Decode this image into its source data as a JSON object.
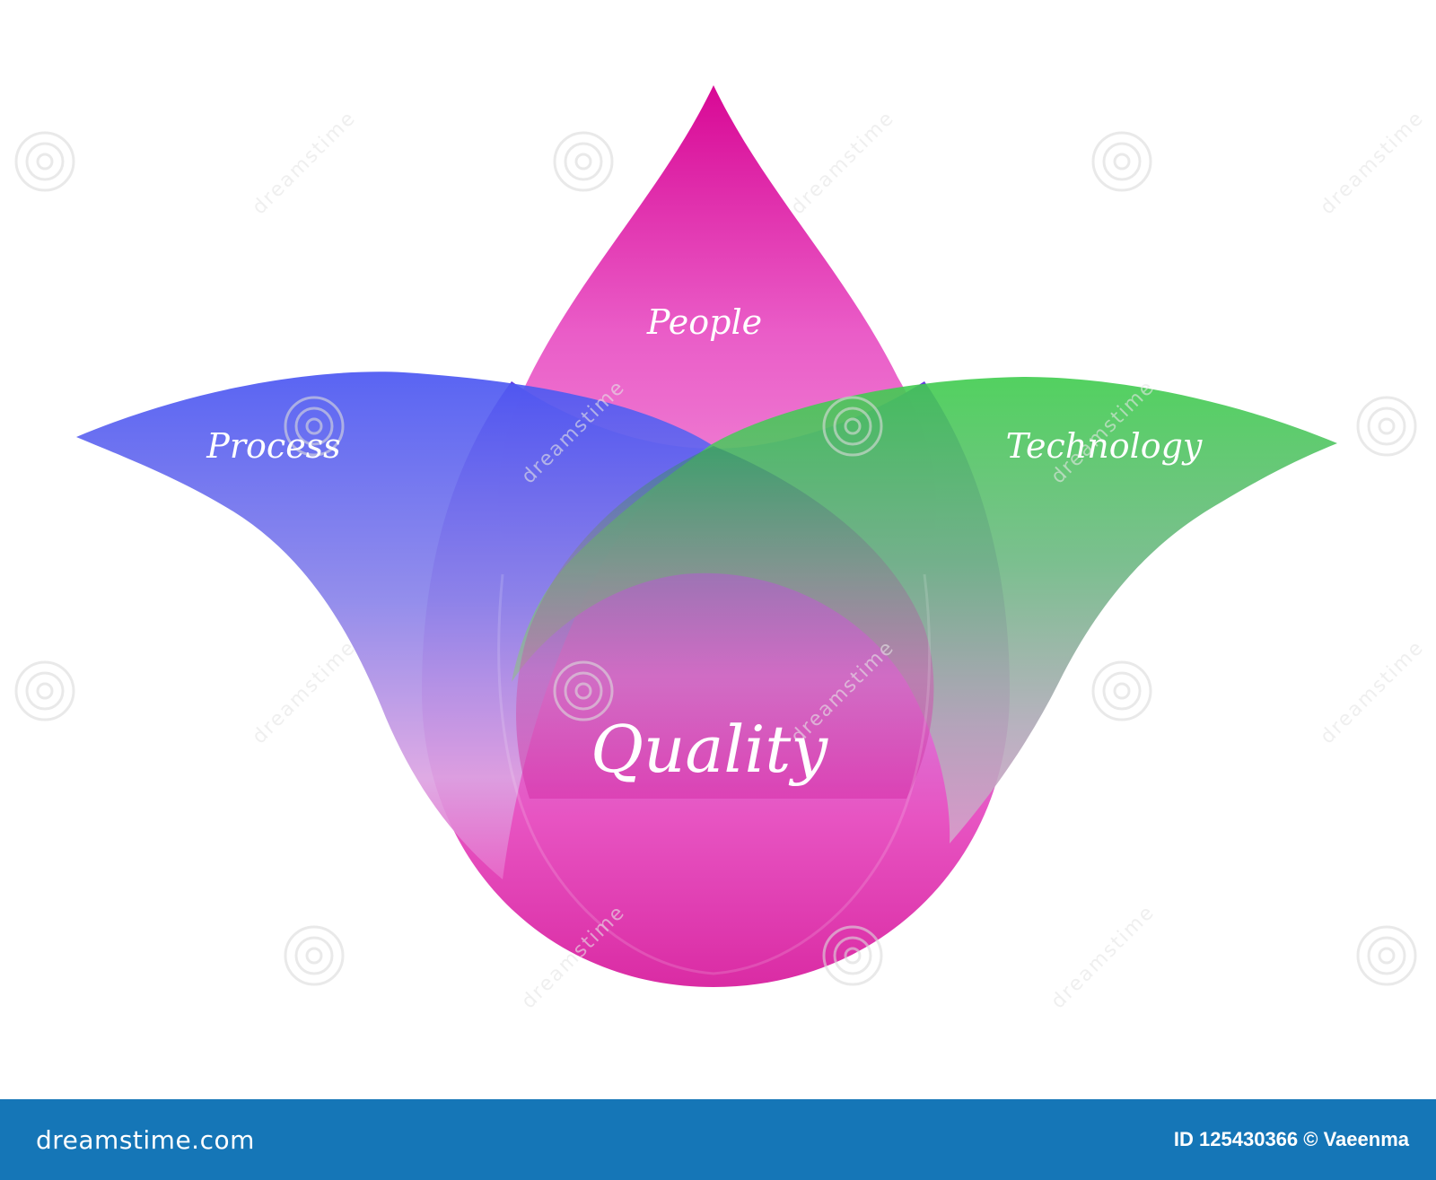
{
  "diagram": {
    "center_label": "Quality",
    "petals": [
      {
        "id": "people",
        "label": "People",
        "color": "#e020a8"
      },
      {
        "id": "process",
        "label": "Process",
        "color": "#5555f0"
      },
      {
        "id": "technology",
        "label": "Technology",
        "color": "#55cc5a"
      }
    ],
    "base_color": "#d81fa8"
  },
  "watermark": {
    "text": "dreamstime"
  },
  "footer": {
    "brand": "dreamstime.com",
    "credit": "ID 125430366 © Vaeenma",
    "background": "#1576b7"
  }
}
